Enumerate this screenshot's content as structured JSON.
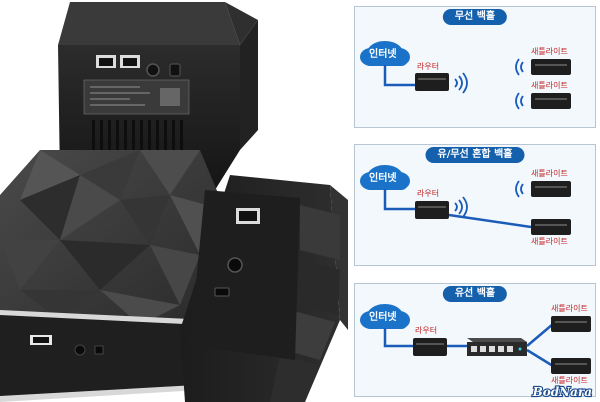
{
  "panels": {
    "wireless": {
      "title": "무선 백홀",
      "cloud": "인터넷",
      "router": "라우터",
      "satellite_top": "새틀라이트",
      "satellite_bottom": "새틀라이트"
    },
    "hybrid": {
      "title": "유/무선 혼합 백홀",
      "cloud": "인터넷",
      "router": "라우터",
      "satellite_top": "새틀라이트",
      "satellite_bottom": "새틀라이트"
    },
    "wired": {
      "title": "유선 백홀",
      "cloud": "인터넷",
      "router": "라우터",
      "satellite_top": "새틀라이트",
      "satellite_bottom": "새틀라이트"
    }
  },
  "watermark": "BodNara",
  "colors": {
    "title_bg": "#1560ad",
    "cloud": "#1a73c8",
    "cable": "#1a5cb8",
    "label": "#c02020",
    "device": "#1e1e1e"
  }
}
